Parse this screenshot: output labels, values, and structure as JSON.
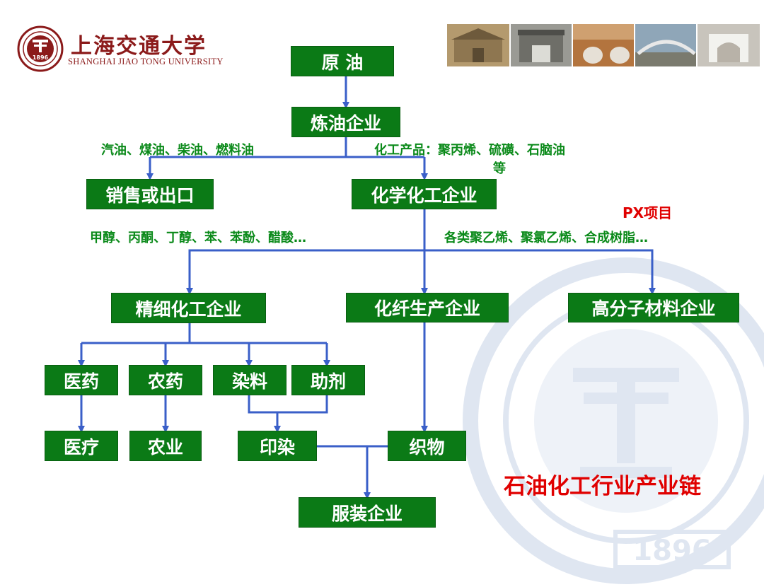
{
  "header": {
    "university_cn": "上海交通大学",
    "university_en": "SHANGHAI JIAO TONG UNIVERSITY",
    "seal_year": "1896",
    "watermark_year": "1896"
  },
  "nodes": {
    "crude_oil": "原 油",
    "refinery": "炼油企业",
    "sales_export": "销售或出口",
    "chemical": "化学化工企业",
    "fine_chemical": "精细化工企业",
    "fiber": "化纤生产企业",
    "polymer": "高分子材料企业",
    "medicine": "医药",
    "pesticide": "农药",
    "dye": "染料",
    "additive": "助剂",
    "medical": "医疗",
    "agriculture": "农业",
    "dyeing": "印染",
    "fabric": "织物",
    "garment": "服装企业"
  },
  "labels": {
    "fuels": "汽油、煤油、柴油、燃料油",
    "chem_products_line1": "化工产品：聚丙烯、硫磺、石脑油",
    "chem_products_line2": "等",
    "px_project": "PX项目",
    "fine_products": "甲醇、丙酮、丁醇、苯、苯酚、醋酸…",
    "polymer_products": "各类聚乙烯、聚氯乙烯、合成树脂…"
  },
  "title": "石油化工行业产业链",
  "colors": {
    "node_fill": "#0b7a16",
    "arrow": "#3a5fc8",
    "label_green": "#0b8a1a",
    "highlight_red": "#e00000",
    "logo_red": "#8b1a1a"
  }
}
